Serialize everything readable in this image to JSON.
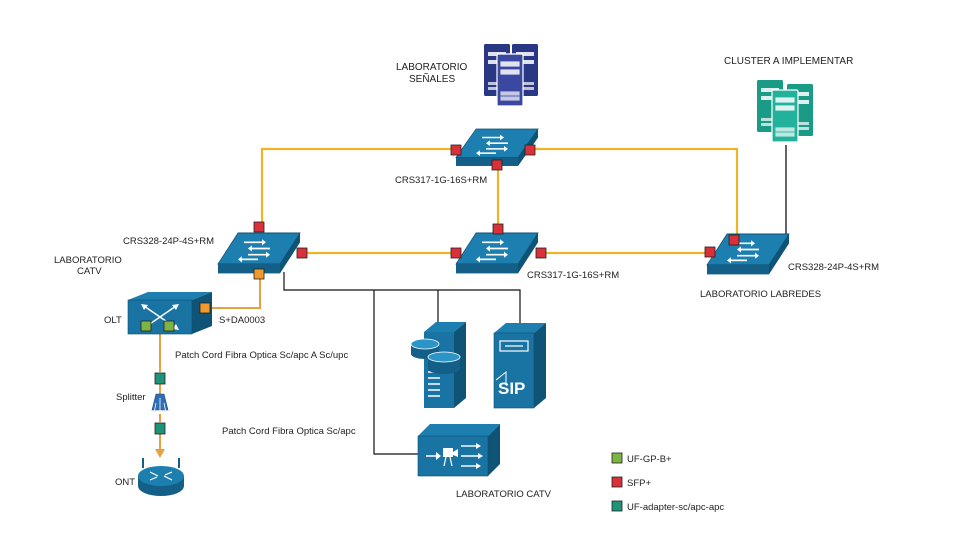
{
  "labels": {
    "lab_senales_1": "LABORATORIO",
    "lab_senales_2": "SEÑALES",
    "cluster": "CLUSTER A IMPLEMENTAR",
    "crs317_top": "CRS317-1G-16S+RM",
    "crs328_left": "CRS328-24P-4S+RM",
    "crs317_mid": "CRS317-1G-16S+RM",
    "crs328_right": "CRS328-24P-4S+RM",
    "lab_catv_1": "LABORATORIO",
    "lab_catv_2": "CATV",
    "lab_labredes": "LABORATORIO LABREDES",
    "olt": "OLT",
    "sda": "S+DA0003",
    "patch1": "Patch Cord Fibra Optica Sc/apc A Sc/upc",
    "splitter": "Splitter",
    "patch2": "Patch Cord Fibra Optica Sc/apc",
    "ont": "ONT",
    "lab_catv_bottom": "LABORATORIO CATV",
    "sip": "SIP"
  },
  "legend": [
    {
      "label": "UF-GP-B+",
      "color": "#7db543"
    },
    {
      "label": "SFP+",
      "color": "#d9303a"
    },
    {
      "label": "UF-adapter-sc/apc-apc",
      "color": "#1e9378"
    }
  ],
  "colors": {
    "switch_top": "#1d7fb0",
    "switch_front": "#135f88",
    "fiber_link": "#f0b429",
    "patch_link": "#e8a040",
    "copper_link": "#111111",
    "server_navy": "#2a3784",
    "server_teal": "#1a9b86",
    "port_sfp": "#d9303a",
    "port_gpon": "#7db543",
    "port_adapter": "#1e9378",
    "port_orange": "#f09a2b"
  },
  "icons": {
    "switch": "network-switch-icon",
    "server": "server-tower-icon",
    "olt": "olt-switch-icon",
    "splitter": "fiber-splitter-icon",
    "ont": "router-icon",
    "storage": "database-server-icon",
    "sip": "sip-server-icon",
    "video": "video-headend-icon"
  }
}
